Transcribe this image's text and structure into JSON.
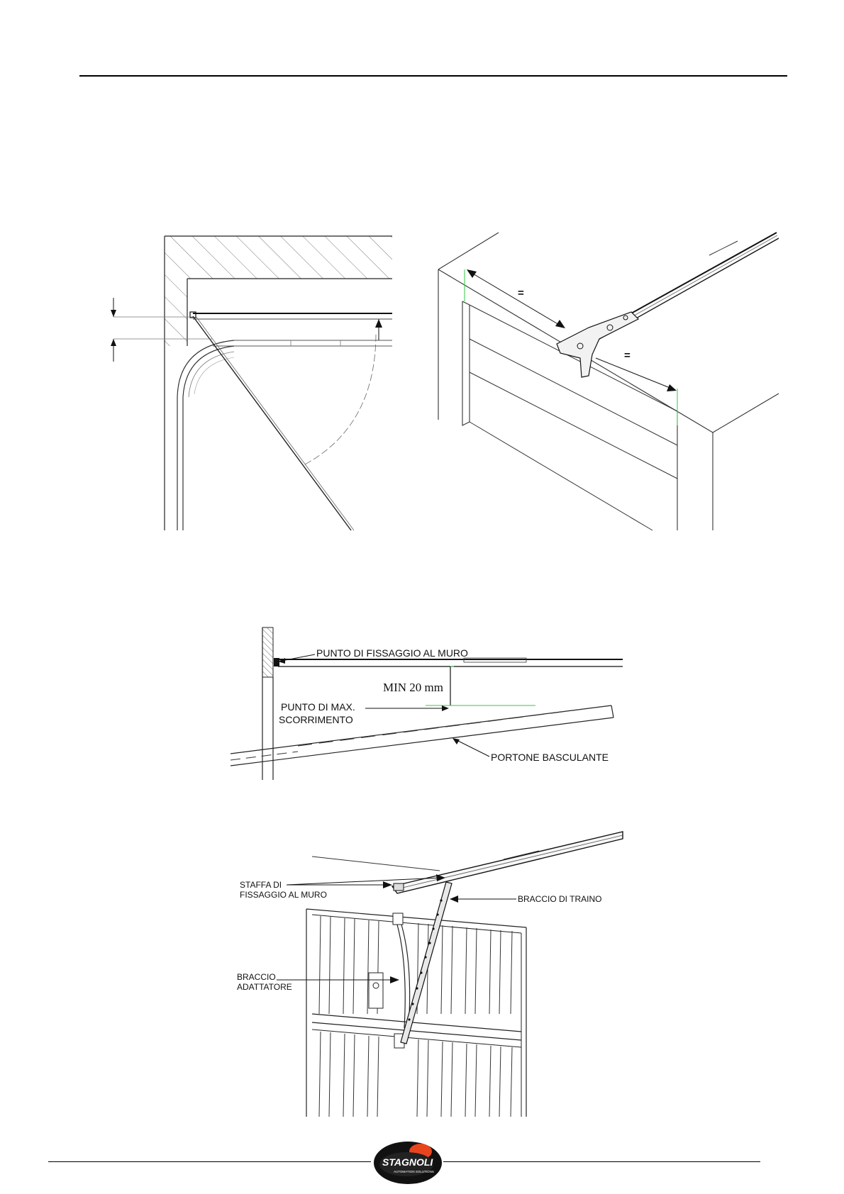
{
  "page": {
    "background": "#ffffff",
    "line_color": "#000000",
    "accent_green": "#2ecc40"
  },
  "figure_top_left": {
    "note": ""
  },
  "figure_top_right": {
    "equal_mark_1": "=",
    "equal_mark_2": "="
  },
  "figure_clearance": {
    "wall_fixing_label": "PUNTO DI FISSAGGIO AL MURO",
    "min_distance_label": "MIN 20 mm",
    "max_travel_label_line1": "PUNTO DI MAX.",
    "max_travel_label_line2": "SCORRIMENTO",
    "door_label": "PORTONE BASCULANTE"
  },
  "figure_assembly": {
    "bracket_label_line1": "STAFFA DI",
    "bracket_label_line2": "FISSAGGIO AL MURO",
    "drive_arm_label": "BRACCIO  DI  TRAINO",
    "adapter_arm_label_line1": "BRACCIO",
    "adapter_arm_label_line2": "ADATTATORE"
  },
  "footer": {
    "logo_text": "STAGNOLI",
    "logo_subtext": "AUTOMATION SOLUTIONS",
    "logo_colors": {
      "outer": "#111111",
      "accent": "#e8451e",
      "text": "#ffffff"
    }
  }
}
